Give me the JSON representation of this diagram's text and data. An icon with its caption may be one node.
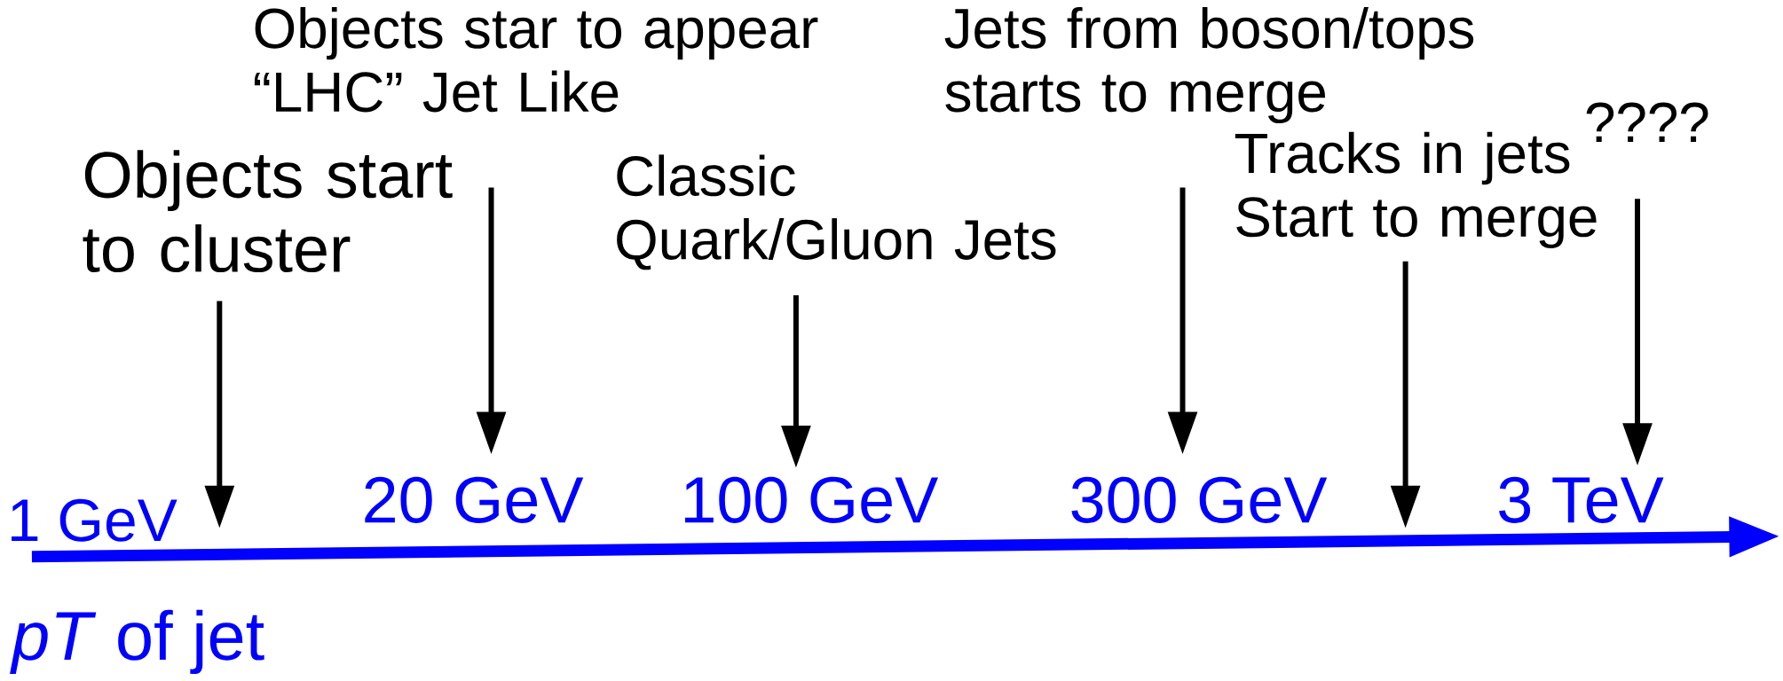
{
  "diagram": {
    "nodes": [
      {
        "text": [
          "Objects start to cluster"
        ]
      },
      {
        "text": [
          "Objects star to appear “LHC” Jet Like"
        ]
      },
      {
        "text": [
          "Classic Quark/Gluon Jets"
        ]
      },
      {
        "text": [
          "Jets from boson/tops starts to merge"
        ]
      },
      {
        "text": [
          "Tracks in jets Start to merge"
        ]
      },
      {
        "text": [
          "????"
        ]
      }
    ],
    "edges": [
      {
        "from": 0,
        "to": null,
        "arrow": "to"
      },
      {
        "from": 1,
        "to": null,
        "arrow": "to"
      },
      {
        "from": 2,
        "to": null,
        "arrow": "to"
      },
      {
        "from": 3,
        "to": null,
        "arrow": "to"
      },
      {
        "from": 4,
        "to": null,
        "arrow": "to"
      },
      {
        "from": 5,
        "to": null,
        "arrow": "to"
      }
    ],
    "labels": [
      "1 GeV",
      "20 GeV",
      "100 GeV",
      "300 GeV",
      "3 TeV",
      "*pT* of jet"
    ]
  }
}
